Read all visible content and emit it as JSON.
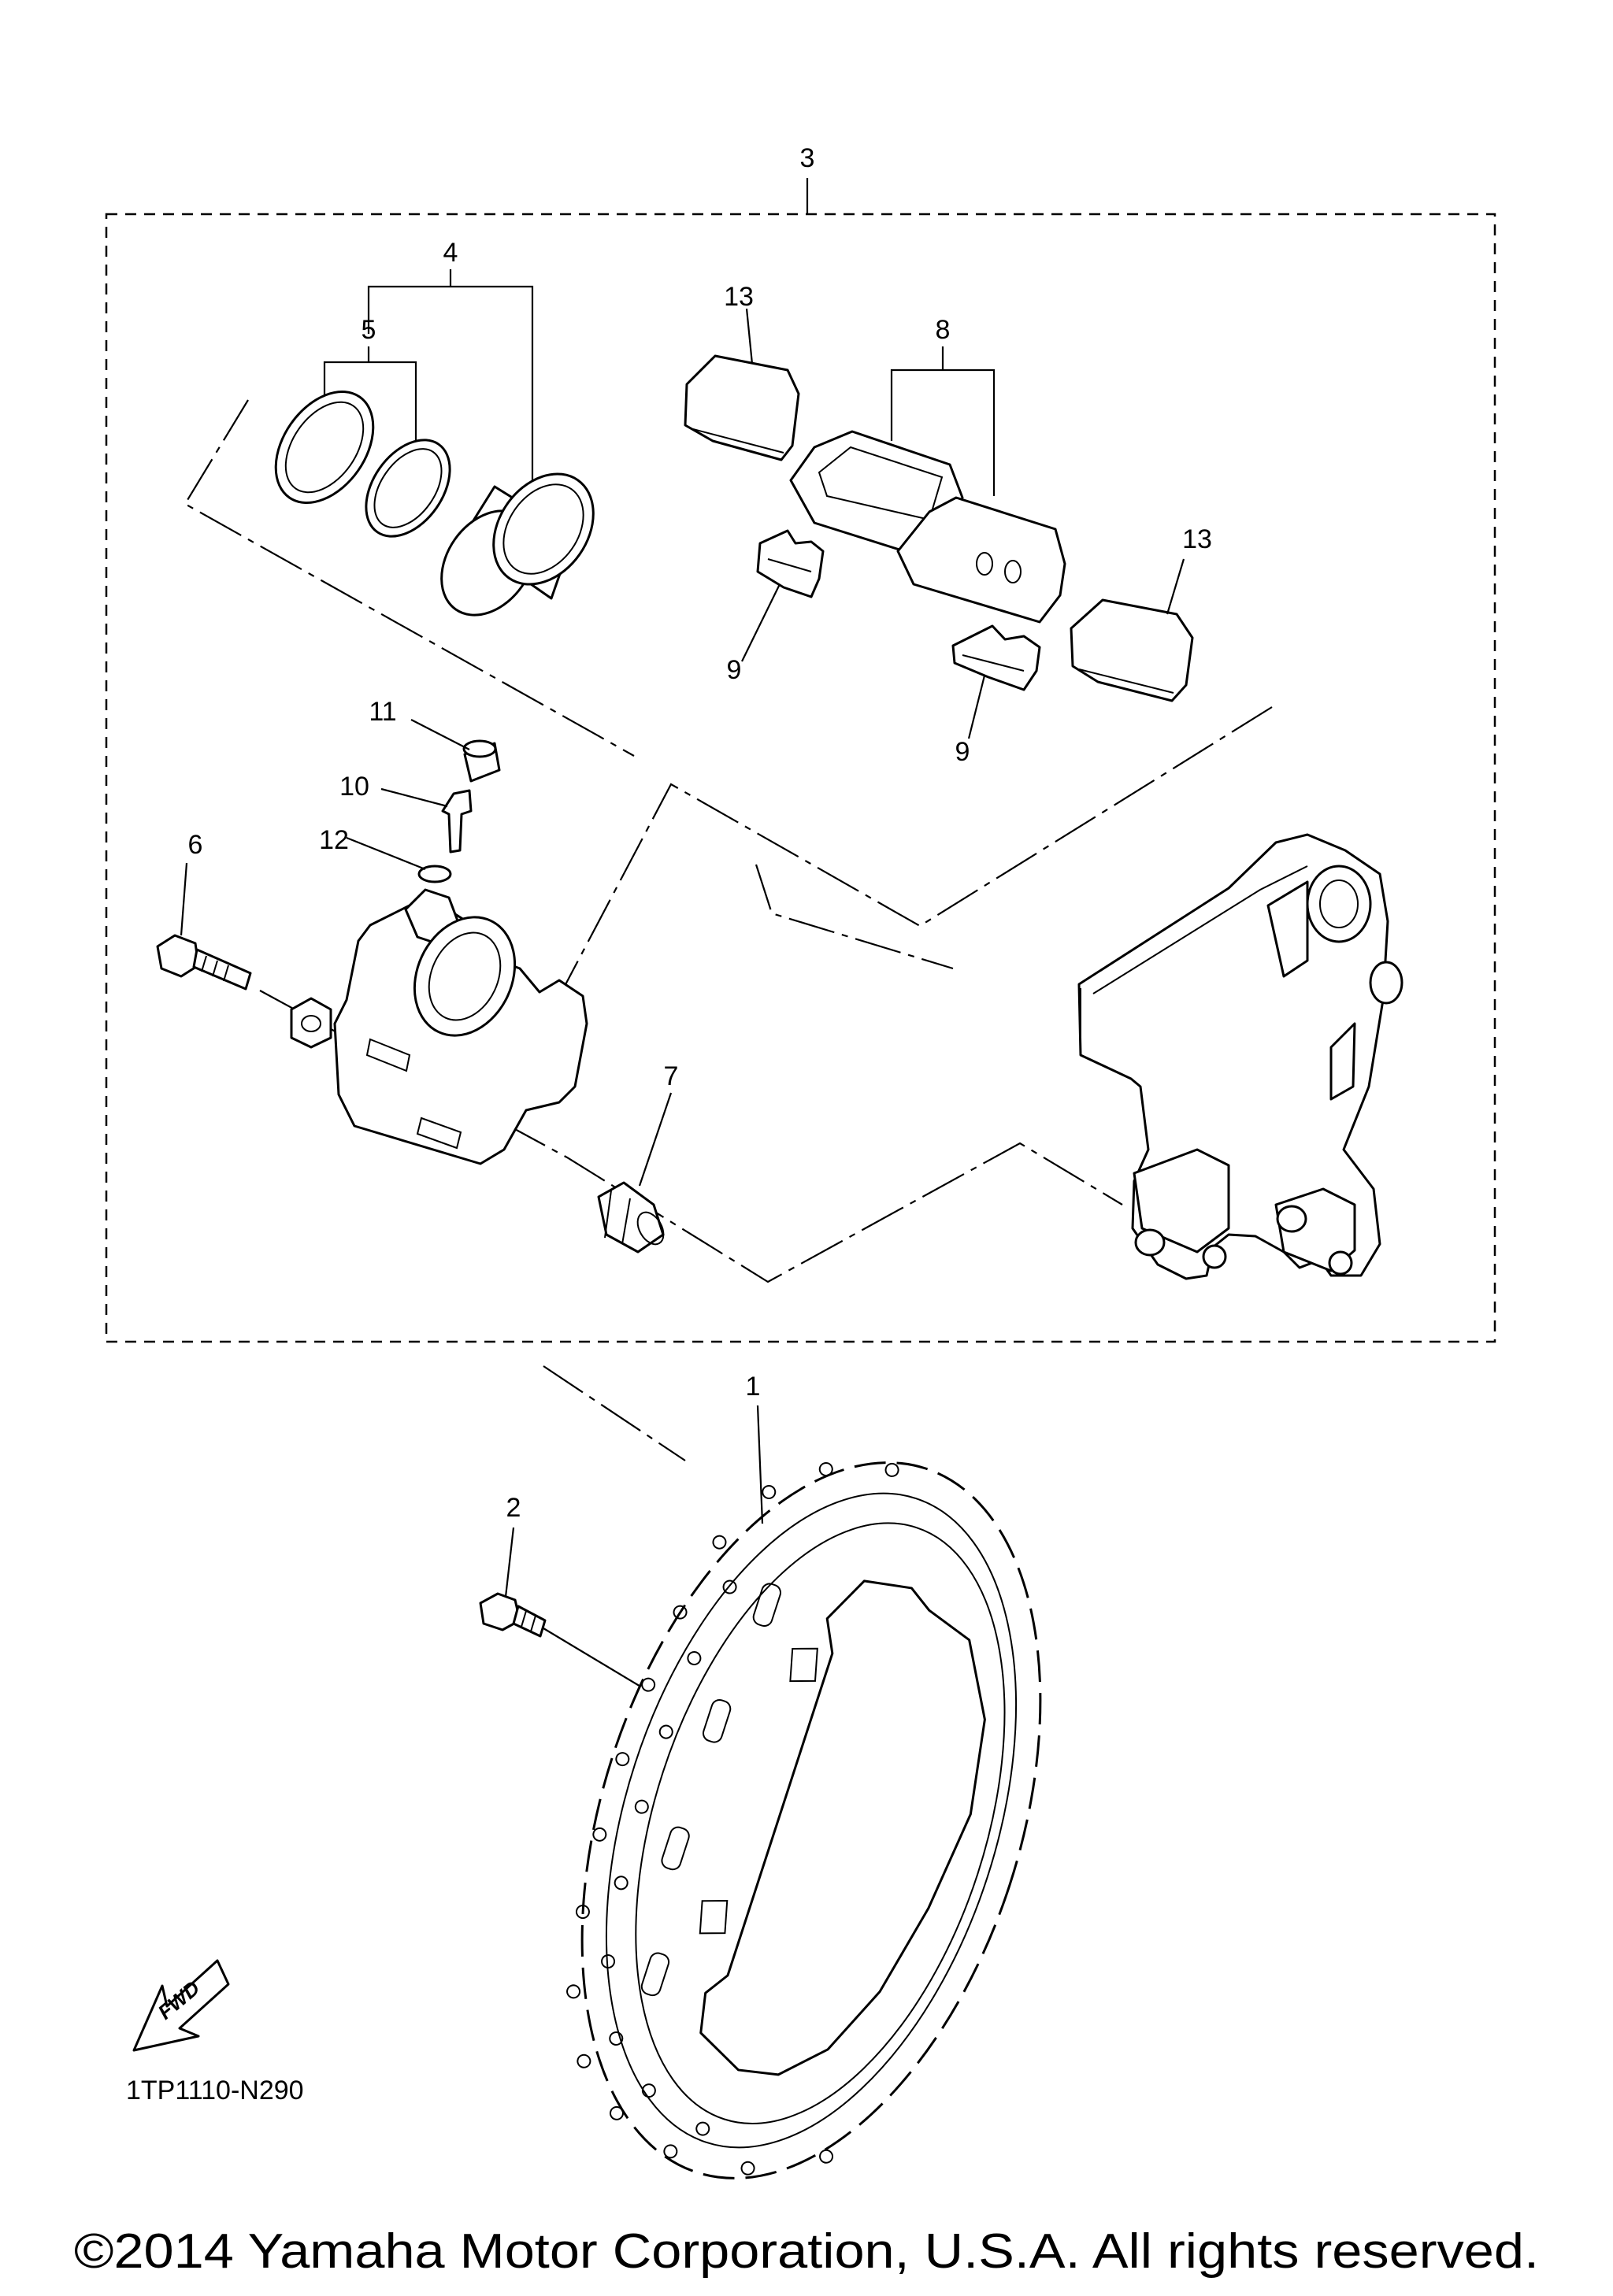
{
  "diagram": {
    "callouts": [
      {
        "id": "1",
        "label": "1"
      },
      {
        "id": "2",
        "label": "2"
      },
      {
        "id": "3",
        "label": "3"
      },
      {
        "id": "4",
        "label": "4"
      },
      {
        "id": "5",
        "label": "5"
      },
      {
        "id": "6",
        "label": "6"
      },
      {
        "id": "7",
        "label": "7"
      },
      {
        "id": "8",
        "label": "8"
      },
      {
        "id": "9a",
        "label": "9"
      },
      {
        "id": "9b",
        "label": "9"
      },
      {
        "id": "10",
        "label": "10"
      },
      {
        "id": "11",
        "label": "11"
      },
      {
        "id": "12",
        "label": "12"
      },
      {
        "id": "13a",
        "label": "13"
      },
      {
        "id": "13b",
        "label": "13"
      }
    ],
    "fwd_label": "FWD",
    "diagram_code": "1TP1110-N290",
    "copyright": "©2014 Yamaha Motor Corporation, U.S.A. All rights reserved."
  }
}
